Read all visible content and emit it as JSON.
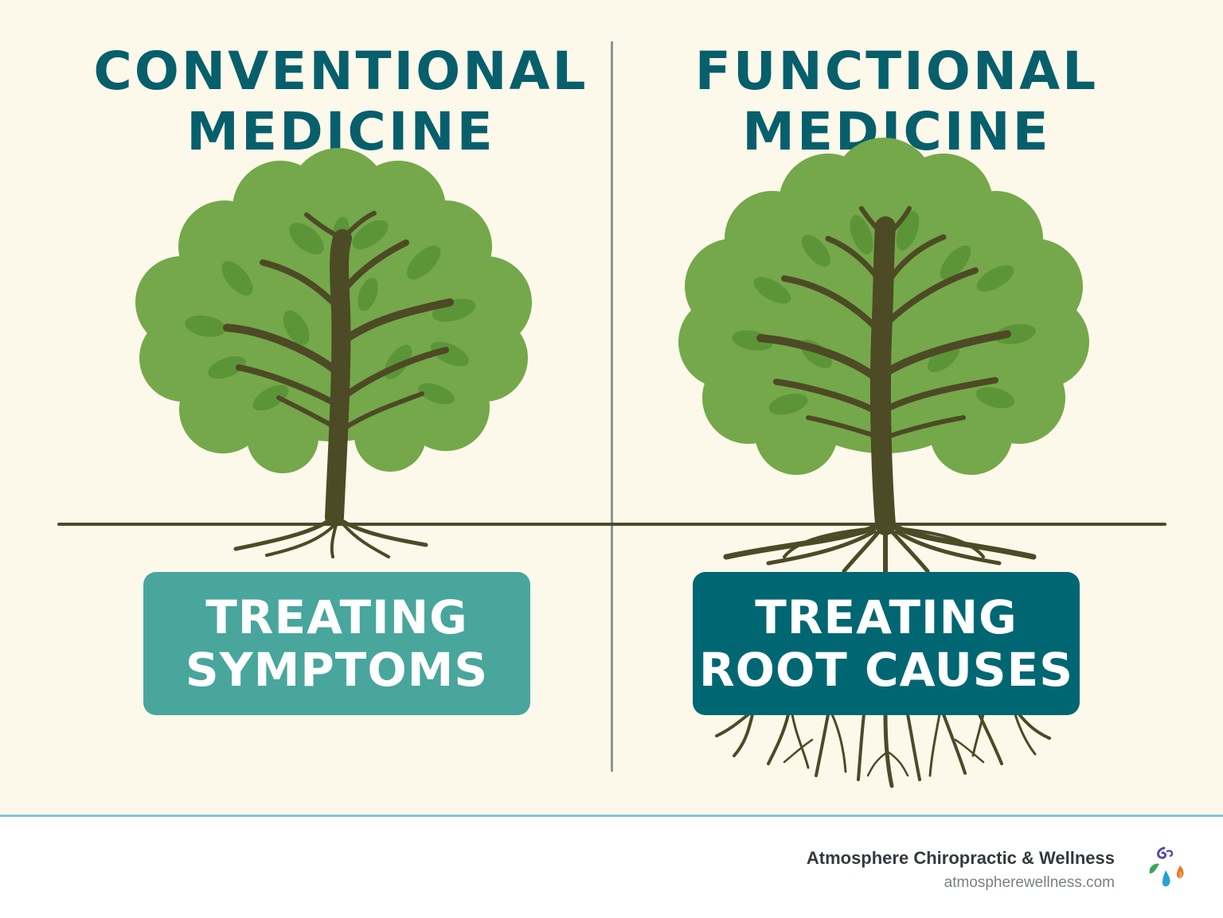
{
  "left": {
    "title_line1": "CONVENTIONAL",
    "title_line2": "MEDICINE",
    "label_line1": "TREATING",
    "label_line2": "SYMPTOMS"
  },
  "right": {
    "title_line1": "FUNCTIONAL",
    "title_line2": "MEDICINE",
    "label_line1": "TREATING",
    "label_line2": "ROOT CAUSES"
  },
  "footer": {
    "brand": "Atmosphere Chiropractic & Wellness",
    "url": "atmospherewellness.com",
    "logo_icon": "element-drops-logo-icon"
  },
  "colors": {
    "title": "#075f6b",
    "symptoms_box": "#48a69d",
    "root_box": "#006772",
    "foliage": "#75a84a",
    "leaf": "#5c9537",
    "trunk": "#4d4a26",
    "divider": "#8c9595",
    "footer_line": "#7ec8d6"
  }
}
